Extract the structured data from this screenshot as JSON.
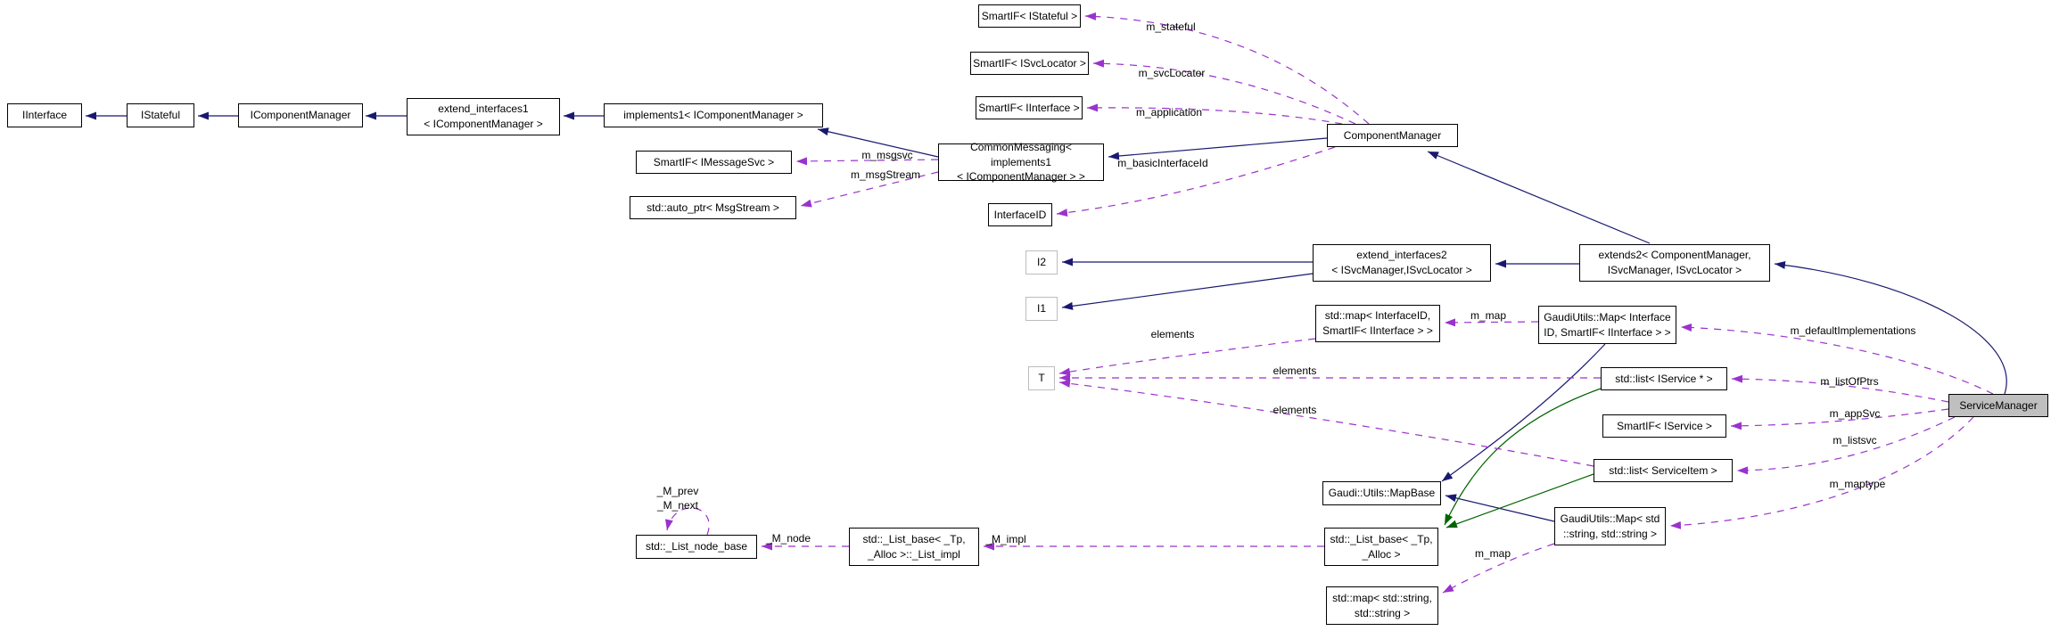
{
  "diagram": {
    "kind": "doxygen-collaboration-graph",
    "focus_class": "ServiceManager"
  },
  "colors": {
    "inheritance_blue": "#191970",
    "inheritance_green": "#006400",
    "usage_purple": "#9a32cd",
    "selected_fill": "#bfbfbf",
    "node_fill": "#ffffff",
    "node_border": "#000000",
    "param_border": "#bdbdbd"
  },
  "nodes": {
    "iinterface": {
      "label": "IInterface"
    },
    "istateful": {
      "label": "IStateful"
    },
    "icomponentmanager": {
      "label": "IComponentManager"
    },
    "extend_interfaces1": {
      "label": "extend_interfaces1\n< IComponentManager >"
    },
    "implements1": {
      "label": "implements1< IComponentManager >"
    },
    "smartif_imessagesvc": {
      "label": "SmartIF< IMessageSvc >"
    },
    "auto_ptr_msgstream": {
      "label": "std::auto_ptr< MsgStream >"
    },
    "commonmessaging": {
      "label": "CommonMessaging< implements1\n< IComponentManager > >"
    },
    "smartif_istateful": {
      "label": "SmartIF< IStateful >"
    },
    "smartif_isvclocator": {
      "label": "SmartIF< ISvcLocator >"
    },
    "smartif_iinterface": {
      "label": "SmartIF< IInterface >"
    },
    "interfaceid": {
      "label": "InterfaceID"
    },
    "componentmanager": {
      "label": "ComponentManager"
    },
    "i2": {
      "label": "I2"
    },
    "i1": {
      "label": "I1"
    },
    "extend_interfaces2": {
      "label": "extend_interfaces2\n< ISvcManager,ISvcLocator >"
    },
    "extends2": {
      "label": "extends2< ComponentManager,\nISvcManager, ISvcLocator >"
    },
    "std_map_interfaceid": {
      "label": "std::map< InterfaceID,\nSmartIF< IInterface > >"
    },
    "gaudiutils_map_interfaceid": {
      "label": "GaudiUtils::Map< Interface\nID, SmartIF< IInterface > >"
    },
    "t_param": {
      "label": "T"
    },
    "std_list_iservice": {
      "label": "std::list< IService * >"
    },
    "smartif_iservice": {
      "label": "SmartIF< IService >"
    },
    "std_list_serviceitem": {
      "label": "std::list< ServiceItem >"
    },
    "servicemanager": {
      "label": "ServiceManager"
    },
    "mapbase": {
      "label": "Gaudi::Utils::MapBase"
    },
    "std_list_base": {
      "label": "std::_List_base< _Tp,\n_Alloc >"
    },
    "gaudiutils_map_string": {
      "label": "GaudiUtils::Map< std\n::string, std::string >"
    },
    "std_map_string": {
      "label": "std::map< std::string,\nstd::string >"
    },
    "std_list_node_base": {
      "label": "std::_List_node_base"
    },
    "std_list_impl": {
      "label": "std::_List_base< _Tp,\n_Alloc >::_List_impl"
    }
  },
  "edge_labels": {
    "m_stateful": "m_stateful",
    "m_svcLocator": "m_svcLocator",
    "m_application": "m_application",
    "m_basicInterfaceId": "m_basicInterfaceId",
    "m_msgsvc": "m_msgsvc",
    "m_msgStream": "m_msgStream",
    "m_map_top": "m_map",
    "m_defaultImplementations": "m_defaultImplementations",
    "elements_map": "elements",
    "elements_list": "elements",
    "elements_item": "elements",
    "m_listOfPtrs": "m_listOfPtrs",
    "m_appSvc": "m_appSvc",
    "m_listsvc": "m_listsvc",
    "m_maptype": "m_maptype",
    "m_map_bottom": "m_map",
    "m_impl": "_M_impl",
    "m_node": "_M_node",
    "m_prev": "_M_prev",
    "m_next": "_M_next"
  }
}
